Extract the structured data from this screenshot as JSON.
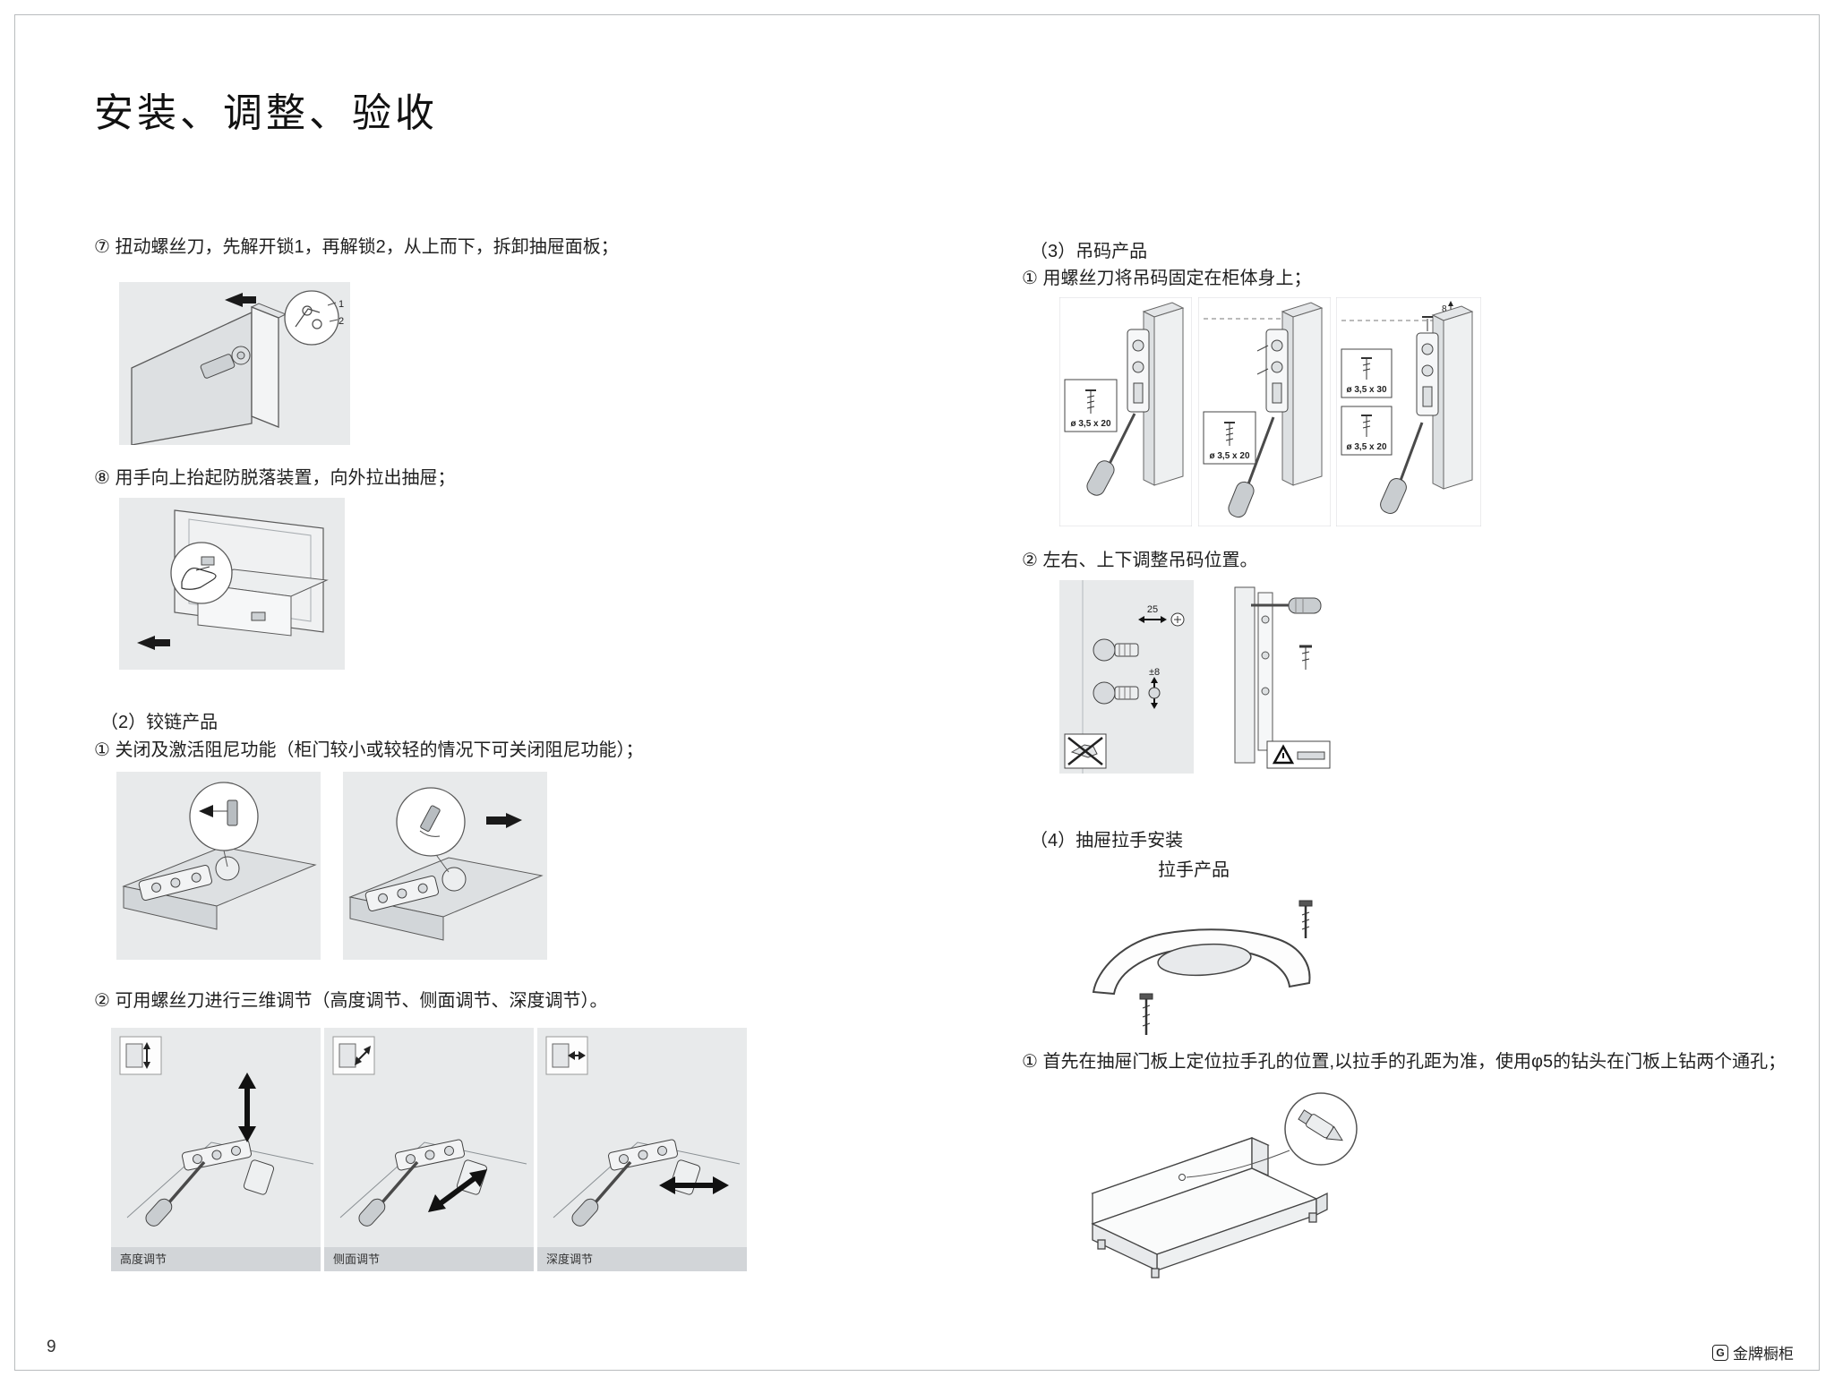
{
  "page": {
    "title": "安装、调整、验收",
    "page_number": "9",
    "brand_mark": "G",
    "brand": "金牌橱柜"
  },
  "left": {
    "step7": "⑦ 扭动螺丝刀，先解开锁1，再解锁2，从上而下，拆卸抽屉面板；",
    "lock1": "1",
    "lock2": "2",
    "step8": "⑧ 用手向上抬起防脱落装置，向外拉出抽屉；",
    "sec2_title": "（2）铰链产品",
    "sec2_step1": "① 关闭及激活阻尼功能（柜门较小或较轻的情况下可关闭阻尼功能）；",
    "sec2_step2": "② 可用螺丝刀进行三维调节（高度调节、侧面调节、深度调节）。",
    "caption_height": "高度调节",
    "caption_side": "侧面调节",
    "caption_depth": "深度调节"
  },
  "right": {
    "sec3_title": "（3）吊码产品",
    "sec3_step1": "① 用螺丝刀将吊码固定在柜体身上；",
    "screw1": "ø 3,5 x 20",
    "screw2": "ø 3,5 x 20",
    "screw3": "ø 3,5 x 30",
    "screw4": "ø 3,5 x 20",
    "dim8": "8",
    "sec3_step2": "② 左右、上下调整吊码位置。",
    "dim25": "25",
    "dim_pm8": "±8",
    "sec4_title": "（4）抽屉拉手安装",
    "handle_label": "拉手产品",
    "sec4_step1": "① 首先在抽屉门板上定位拉手孔的位置,以拉手的孔距为准，使用φ5的钻头在门板上钻两个通孔；"
  }
}
